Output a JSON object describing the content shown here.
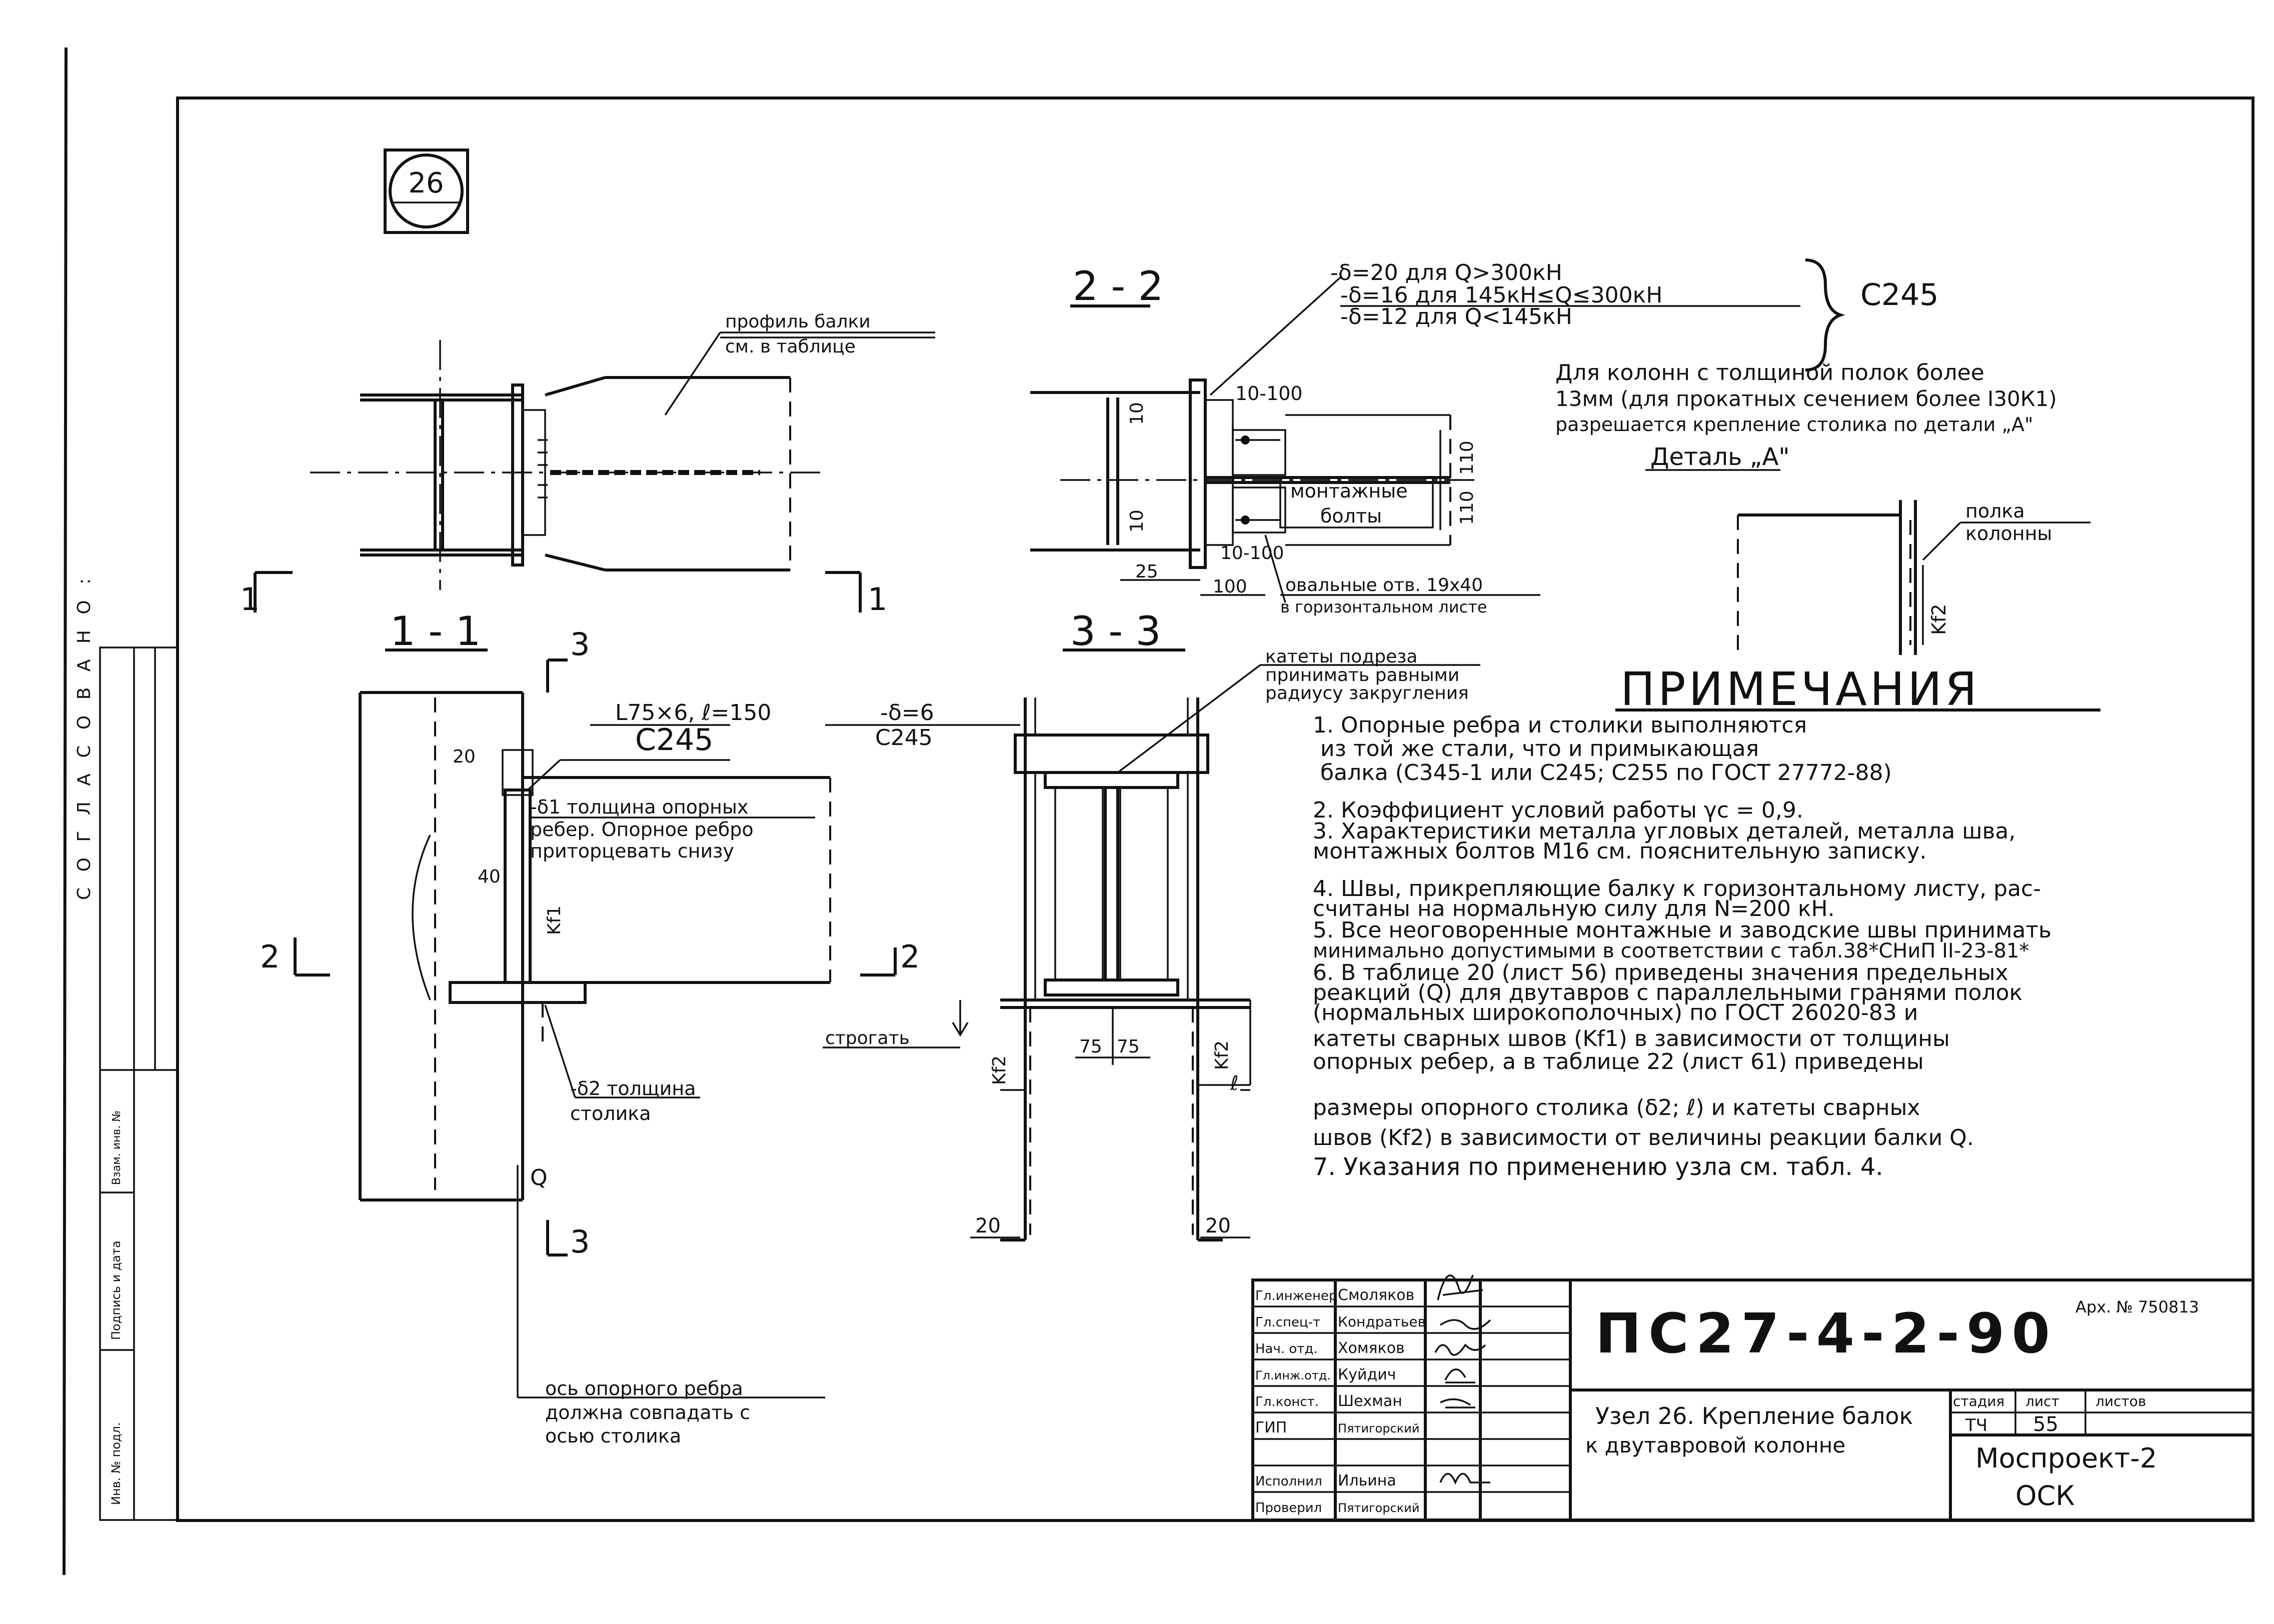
{
  "detail_number": "26",
  "sections": {
    "s11": "1 - 1",
    "s22": "2 - 2",
    "s33": "3 - 3",
    "cut1_left": "1",
    "cut1_right": "1",
    "cut2_left": "2",
    "cut2_right": "2",
    "cut3_top": "3",
    "cut3_bottom": "3"
  },
  "view1": {
    "beam_profile": "профиль балки",
    "beam_profile2": "см. в таблице"
  },
  "view22": {
    "delta1": "-δ=20 для Q>300кН",
    "delta2": "-δ=16 для 145кН≤Q≤300кН",
    "delta3": "-δ=12 для   Q<145кН",
    "steel": "C245",
    "dim_10_100_top": "10-100",
    "dim_10a": "10",
    "dim_10b": "10",
    "dim_110a": "110",
    "dim_110b": "110",
    "mount_bolts1": "монтажные",
    "mount_bolts2": "болты",
    "dim_10_100_bot": "10-100",
    "dim_25": "25",
    "dim_100": "100",
    "oval_holes1": "овальные отв. 19х40",
    "oval_holes2": "в горизонтальном листе"
  },
  "detailA": {
    "note1": "Для колонн  с толщиной полок более",
    "note2": "13мм (для прокатных сечением более I30К1)",
    "note3": "разрешается крепление столика по детали „А\"",
    "title": "Деталь „А\"",
    "flange1": "полка",
    "flange2": "колонны",
    "kf2": "Kf2"
  },
  "view11": {
    "angle": "L75×6, ℓ=150",
    "steel": "C245",
    "dim_20": "20",
    "dim_40": "40",
    "kf1": "Kf1",
    "rib1": "-δ1 толщина опорных",
    "rib2": "ребер. Опорное ребро",
    "rib3": "приторцевать снизу",
    "table1": "-δ2 толщина",
    "table2": "столика",
    "q": "Q",
    "axis1": "ось опорного ребра",
    "axis2": "должна совпадать с",
    "axis3": "осью  столика"
  },
  "view33": {
    "cut_note1": "катеты подреза",
    "cut_note2": "принимать равными",
    "cut_note3": "радиусу закругления",
    "plate": "-δ=6",
    "steel": "C245",
    "dim_75a": "75",
    "dim_75b": "75",
    "plane": "строгать",
    "kf2": "Kf2",
    "kf2b": "Kf2",
    "l": "ℓ",
    "dim_20a": "20",
    "dim_20b": "20"
  },
  "notes": {
    "title": "ПРИМЕЧАНИЯ",
    "lines": [
      "1. Опорные ребра и столики выполняются",
      "из той же стали, что и примыкающая",
      "балка (C345-1 или C245; C255 по ГОСТ 27772-88)",
      "2. Коэффициент  условий работы  γc = 0,9.",
      "3. Характеристики металла  угловых деталей, металла шва,",
      "монтажных  болтов  М16  см. пояснительную   записку.",
      "4. Швы, прикрепляющие балку к горизонтальному листу, рас-",
      "считаны на  нормальную  силу  для  N=200 кН.",
      "5. Все неоговоренные монтажные и заводские швы принимать",
      "минимально допустимыми  в соответствии с табл.38*СНиП II-23-81*",
      "6. В таблице 20 (лист 56) приведены значения предельных",
      "реакций (Q) для двутавров с параллельными гранями полок",
      "(нормальных широкополочных) по ГОСТ 26020-83   и",
      " катеты сварных швов (Kf1) в зависимости от толщины",
      "опорных ребер, а в таблице 22 (лист 61) приведены",
      "размеры опорного столика (δ2; ℓ) и катеты сварных",
      "швов (Kf2) в зависимости от величины реакции балки Q.",
      "7. Указания  по применению узла см. табл. 4."
    ]
  },
  "approval": {
    "agreed": "С О Г Л А С О В А Н О :",
    "inv": "Инв. № подл.",
    "sign_date": "Подпись и дата",
    "replace": "Взам. инв. №"
  },
  "stamp": {
    "rows": [
      {
        "role": "Гл.инженер",
        "name": "Смоляков"
      },
      {
        "role": "Гл.спец-т",
        "name": "Кондратьев"
      },
      {
        "role": "Нач. отд.",
        "name": "Хомяков"
      },
      {
        "role": "Гл.инж.отд.",
        "name": "Куйдич"
      },
      {
        "role": "Гл.конст.",
        "name": "Шехман"
      },
      {
        "role": "ГИП",
        "name": "Пятигорский"
      },
      {
        "role": "",
        "name": ""
      },
      {
        "role": "Исполнил",
        "name": "Ильина"
      },
      {
        "role": "Проверил",
        "name": "Пятигорский"
      }
    ],
    "archive": "Арх. № 750813",
    "code": "ПС27-4-2-90",
    "title1": "Узел 26. Крепление балок",
    "title2": "к двутавровой колонне",
    "stage_h": "стадия",
    "sheet_h": "лист",
    "sheets_h": "листов",
    "stage": "ТЧ",
    "sheet": "55",
    "org1": "Моспроект-2",
    "org2": "ОСК"
  }
}
